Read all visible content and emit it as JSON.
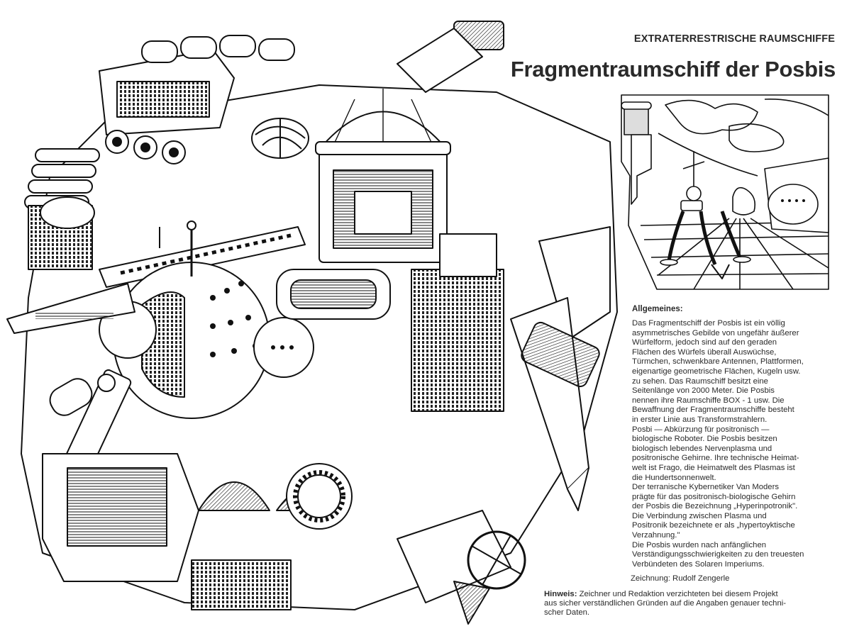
{
  "page": {
    "kicker": "EXTRATERRESTRISCHE RAUMSCHIFFE",
    "title": "Fragmentraumschiff der Posbis"
  },
  "illustration": {
    "subject": "Fragmentraumschiff der Posbis (cutaway line drawing)",
    "inset_subject": "Posbi robots on a tiled plain with a tower and wreckage"
  },
  "article": {
    "section_heading": "Allgemeines:",
    "lines": [
      "Das Fragmentschiff der Posbis ist ein völlig",
      "asymmetrisches Gebilde von ungefähr äußerer",
      "Würfelform, jedoch sind auf den geraden",
      "Flächen des Würfels überall Auswüchse,",
      "Türmchen, schwenkbare Antennen, Plattformen,",
      "eigenartige geometrische Flächen, Kugeln usw.",
      "zu sehen. Das Raumschiff besitzt eine",
      "Seitenlänge von 2000 Meter. Die Posbis",
      "nennen ihre Raumschiffe BOX - 1 usw. Die",
      "Bewaffnung der Fragmentraumschiffe besteht",
      "in erster Linie aus Transformstrahlern.",
      "Posbi — Abkürzung für positronisch —",
      "biologische Roboter. Die Posbis besitzen",
      "biologisch lebendes Nervenplasma und",
      "positronische Gehirne. Ihre technische Heimat-",
      "welt ist Frago, die Heimatwelt des Plasmas ist",
      "die Hundertsonnenwelt.",
      "Der terranische Kybernetiker Van Moders",
      "prägte für das positronisch-biologische Gehirn",
      "der Posbis die Bezeichnung „Hyperinpotronik\".",
      "Die Verbindung zwischen Plasma und",
      "Positronik bezeichnete er als „hypertoyktische",
      "Verzahnung.\"",
      "Die Posbis wurden nach anfänglichen",
      "Verständigungsschwierigkeiten zu den treuesten",
      "Verbündeten des Solaren Imperiums."
    ],
    "credit": "Zeichnung: Rudolf Zengerle"
  },
  "note": {
    "label": "Hinweis:",
    "line1": " Zeichner und Redaktion verzichteten bei diesem Projekt",
    "line2": "aus sicher verständlichen Gründen auf die Angaben genauer techni-",
    "line3": "scher Daten."
  }
}
